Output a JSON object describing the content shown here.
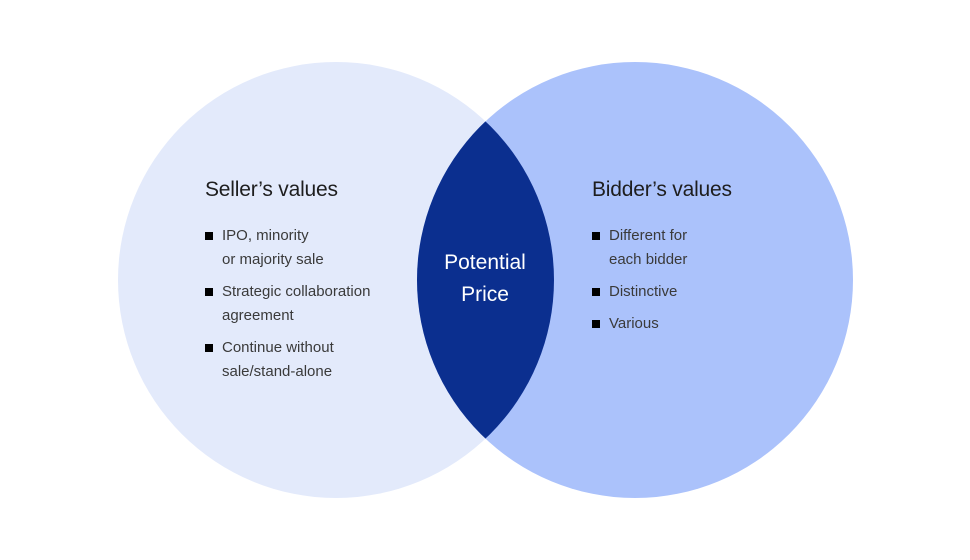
{
  "colors": {
    "left_circle": "#e3eafb",
    "right_circle": "#abc2fb",
    "overlap": "#0b2f8f",
    "bullet": "#000000",
    "title_text": "#1e1e1e",
    "body_text": "#3a3a3a",
    "center_text": "#ffffff"
  },
  "left_set": {
    "title": "Seller’s values",
    "items": [
      "IPO, minority\nor majority sale",
      "Strategic collaboration\nagreement",
      "Continue without\nsale/stand-alone"
    ]
  },
  "right_set": {
    "title": "Bidder’s values",
    "items": [
      "Different for\neach bidder",
      "Distinctive",
      "Various"
    ]
  },
  "overlap": {
    "label": "Potential\nPrice"
  }
}
